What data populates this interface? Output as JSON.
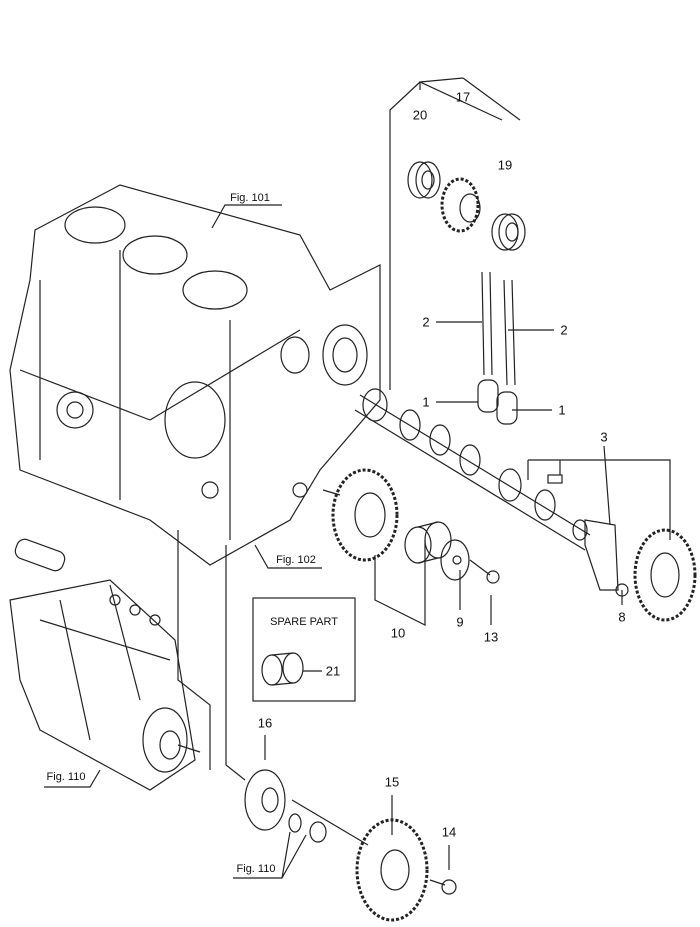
{
  "callouts": {
    "p20": "20",
    "p17": "17",
    "p19": "19",
    "p2a": "2",
    "p2b": "2",
    "p1a": "1",
    "p1b": "1",
    "p3": "3",
    "p10": "10",
    "p9": "9",
    "p13": "13",
    "p8": "8",
    "p21": "21",
    "p16": "16",
    "p15": "15",
    "p14": "14"
  },
  "figure_refs": {
    "fig101": "Fig. 101",
    "fig102": "Fig. 102",
    "fig110_pump": "Fig. 110",
    "fig110_parts": "Fig. 110"
  },
  "spare_part_box": {
    "title": "SPARE PART"
  },
  "colors": {
    "line": "#222222",
    "background": "#ffffff"
  }
}
